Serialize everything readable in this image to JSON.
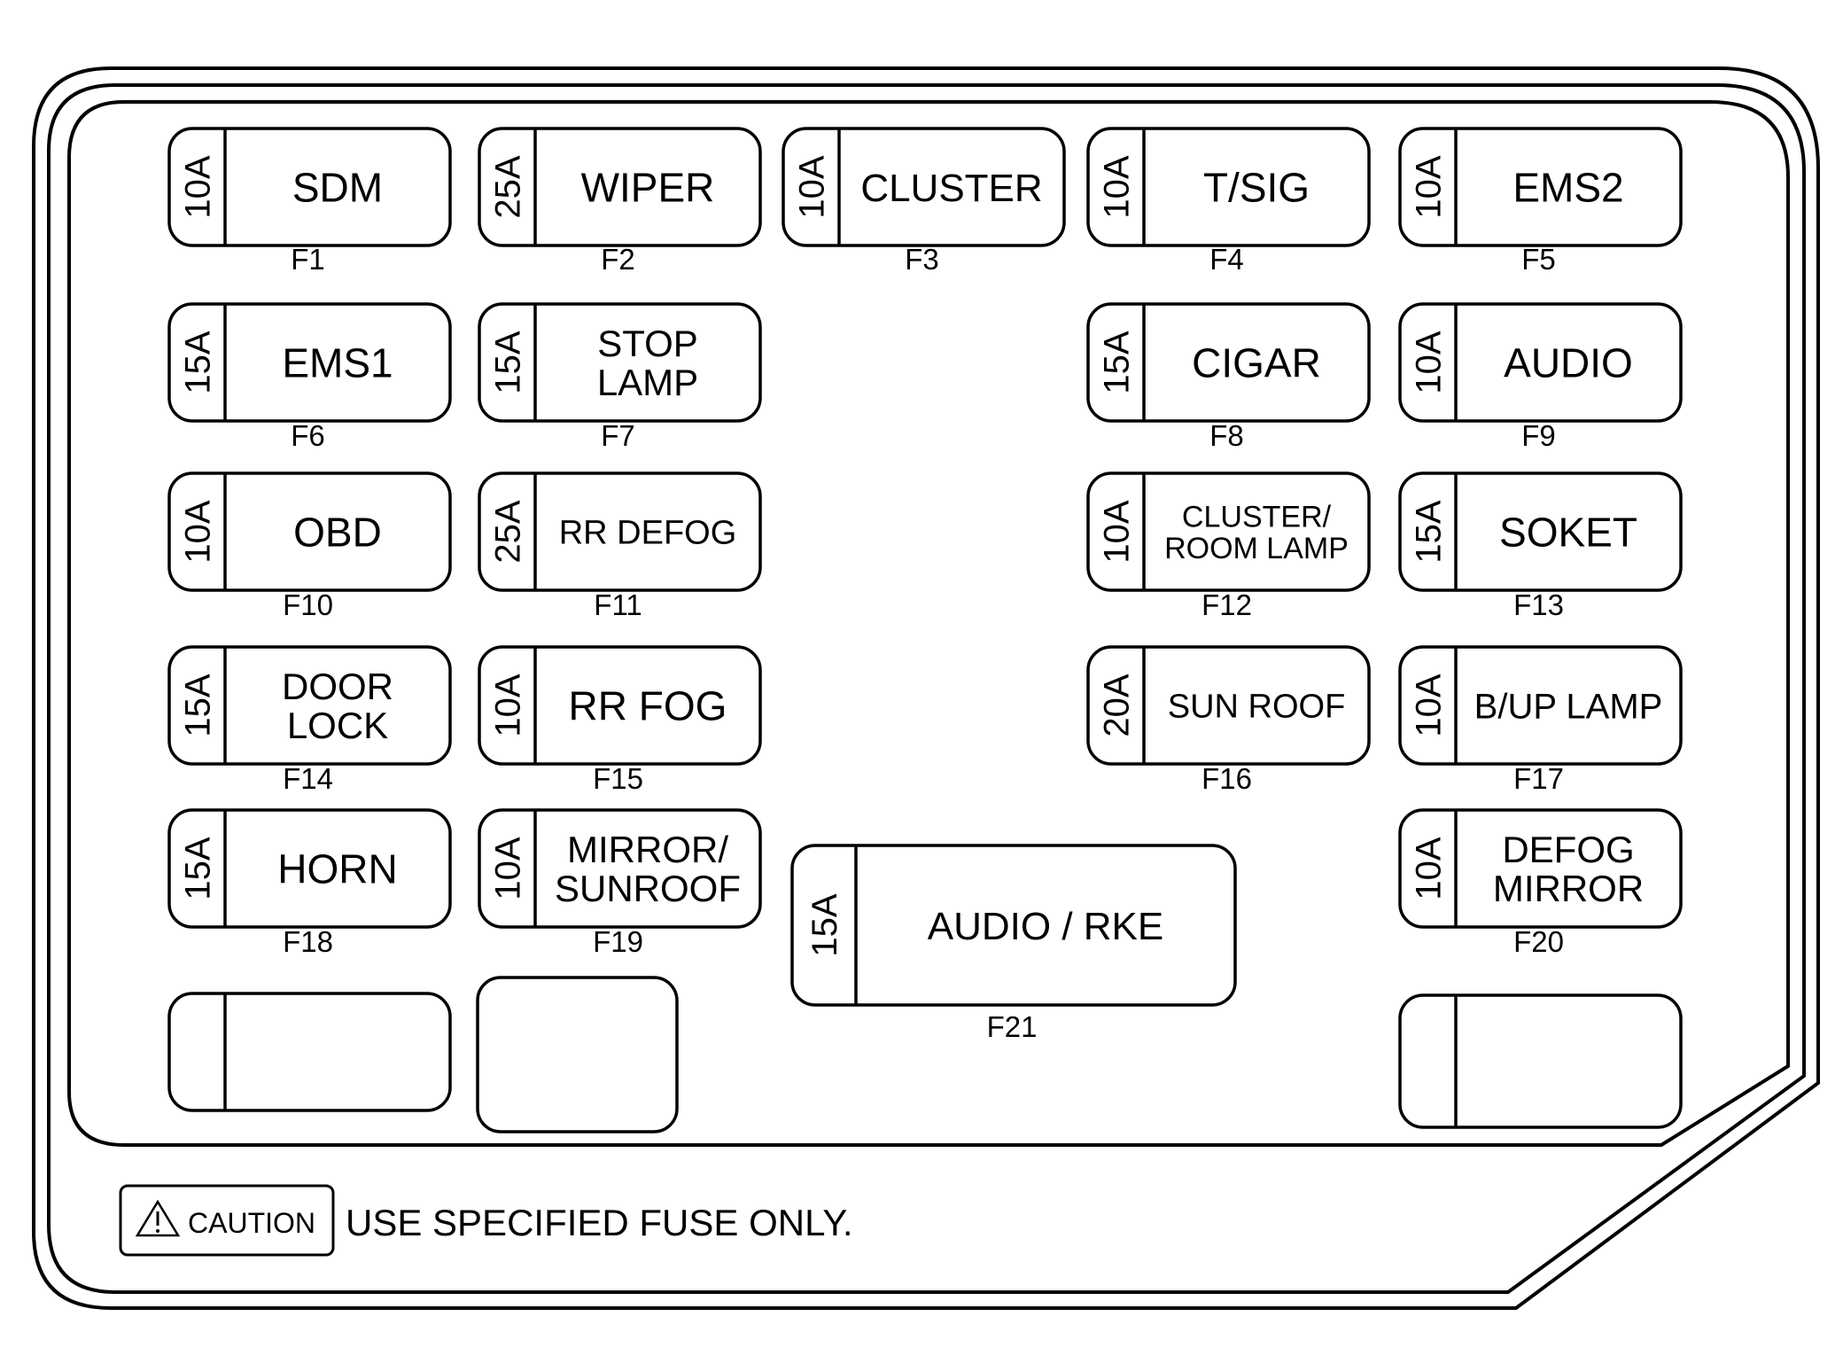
{
  "fuses": [
    {
      "id": "F1",
      "amp": "10A",
      "lines": [
        "SDM"
      ]
    },
    {
      "id": "F2",
      "amp": "25A",
      "lines": [
        "WIPER"
      ]
    },
    {
      "id": "F3",
      "amp": "10A",
      "lines": [
        "CLUSTER"
      ]
    },
    {
      "id": "F4",
      "amp": "10A",
      "lines": [
        "T/SIG"
      ]
    },
    {
      "id": "F5",
      "amp": "10A",
      "lines": [
        "EMS2"
      ]
    },
    {
      "id": "F6",
      "amp": "15A",
      "lines": [
        "EMS1"
      ]
    },
    {
      "id": "F7",
      "amp": "15A",
      "lines": [
        "STOP",
        "LAMP"
      ]
    },
    {
      "id": "F8",
      "amp": "15A",
      "lines": [
        "CIGAR"
      ]
    },
    {
      "id": "F9",
      "amp": "10A",
      "lines": [
        "AUDIO"
      ]
    },
    {
      "id": "F10",
      "amp": "10A",
      "lines": [
        "OBD"
      ]
    },
    {
      "id": "F11",
      "amp": "25A",
      "lines": [
        "RR DEFOG"
      ]
    },
    {
      "id": "F12",
      "amp": "10A",
      "lines": [
        "CLUSTER/",
        "ROOM LAMP"
      ]
    },
    {
      "id": "F13",
      "amp": "15A",
      "lines": [
        "SOKET"
      ]
    },
    {
      "id": "F14",
      "amp": "15A",
      "lines": [
        "DOOR",
        "LOCK"
      ]
    },
    {
      "id": "F15",
      "amp": "10A",
      "lines": [
        "RR FOG"
      ]
    },
    {
      "id": "F16",
      "amp": "20A",
      "lines": [
        "SUN ROOF"
      ]
    },
    {
      "id": "F17",
      "amp": "10A",
      "lines": [
        "B/UP LAMP"
      ]
    },
    {
      "id": "F18",
      "amp": "15A",
      "lines": [
        "HORN"
      ]
    },
    {
      "id": "F19",
      "amp": "10A",
      "lines": [
        "MIRROR/",
        "SUNROOF"
      ]
    },
    {
      "id": "F20",
      "amp": "10A",
      "lines": [
        "DEFOG",
        "MIRROR"
      ]
    },
    {
      "id": "F21",
      "amp": "15A",
      "lines": [
        "AUDIO / RKE"
      ]
    }
  ],
  "caution": {
    "badge": "CAUTION",
    "message": "USE SPECIFIED FUSE ONLY."
  }
}
